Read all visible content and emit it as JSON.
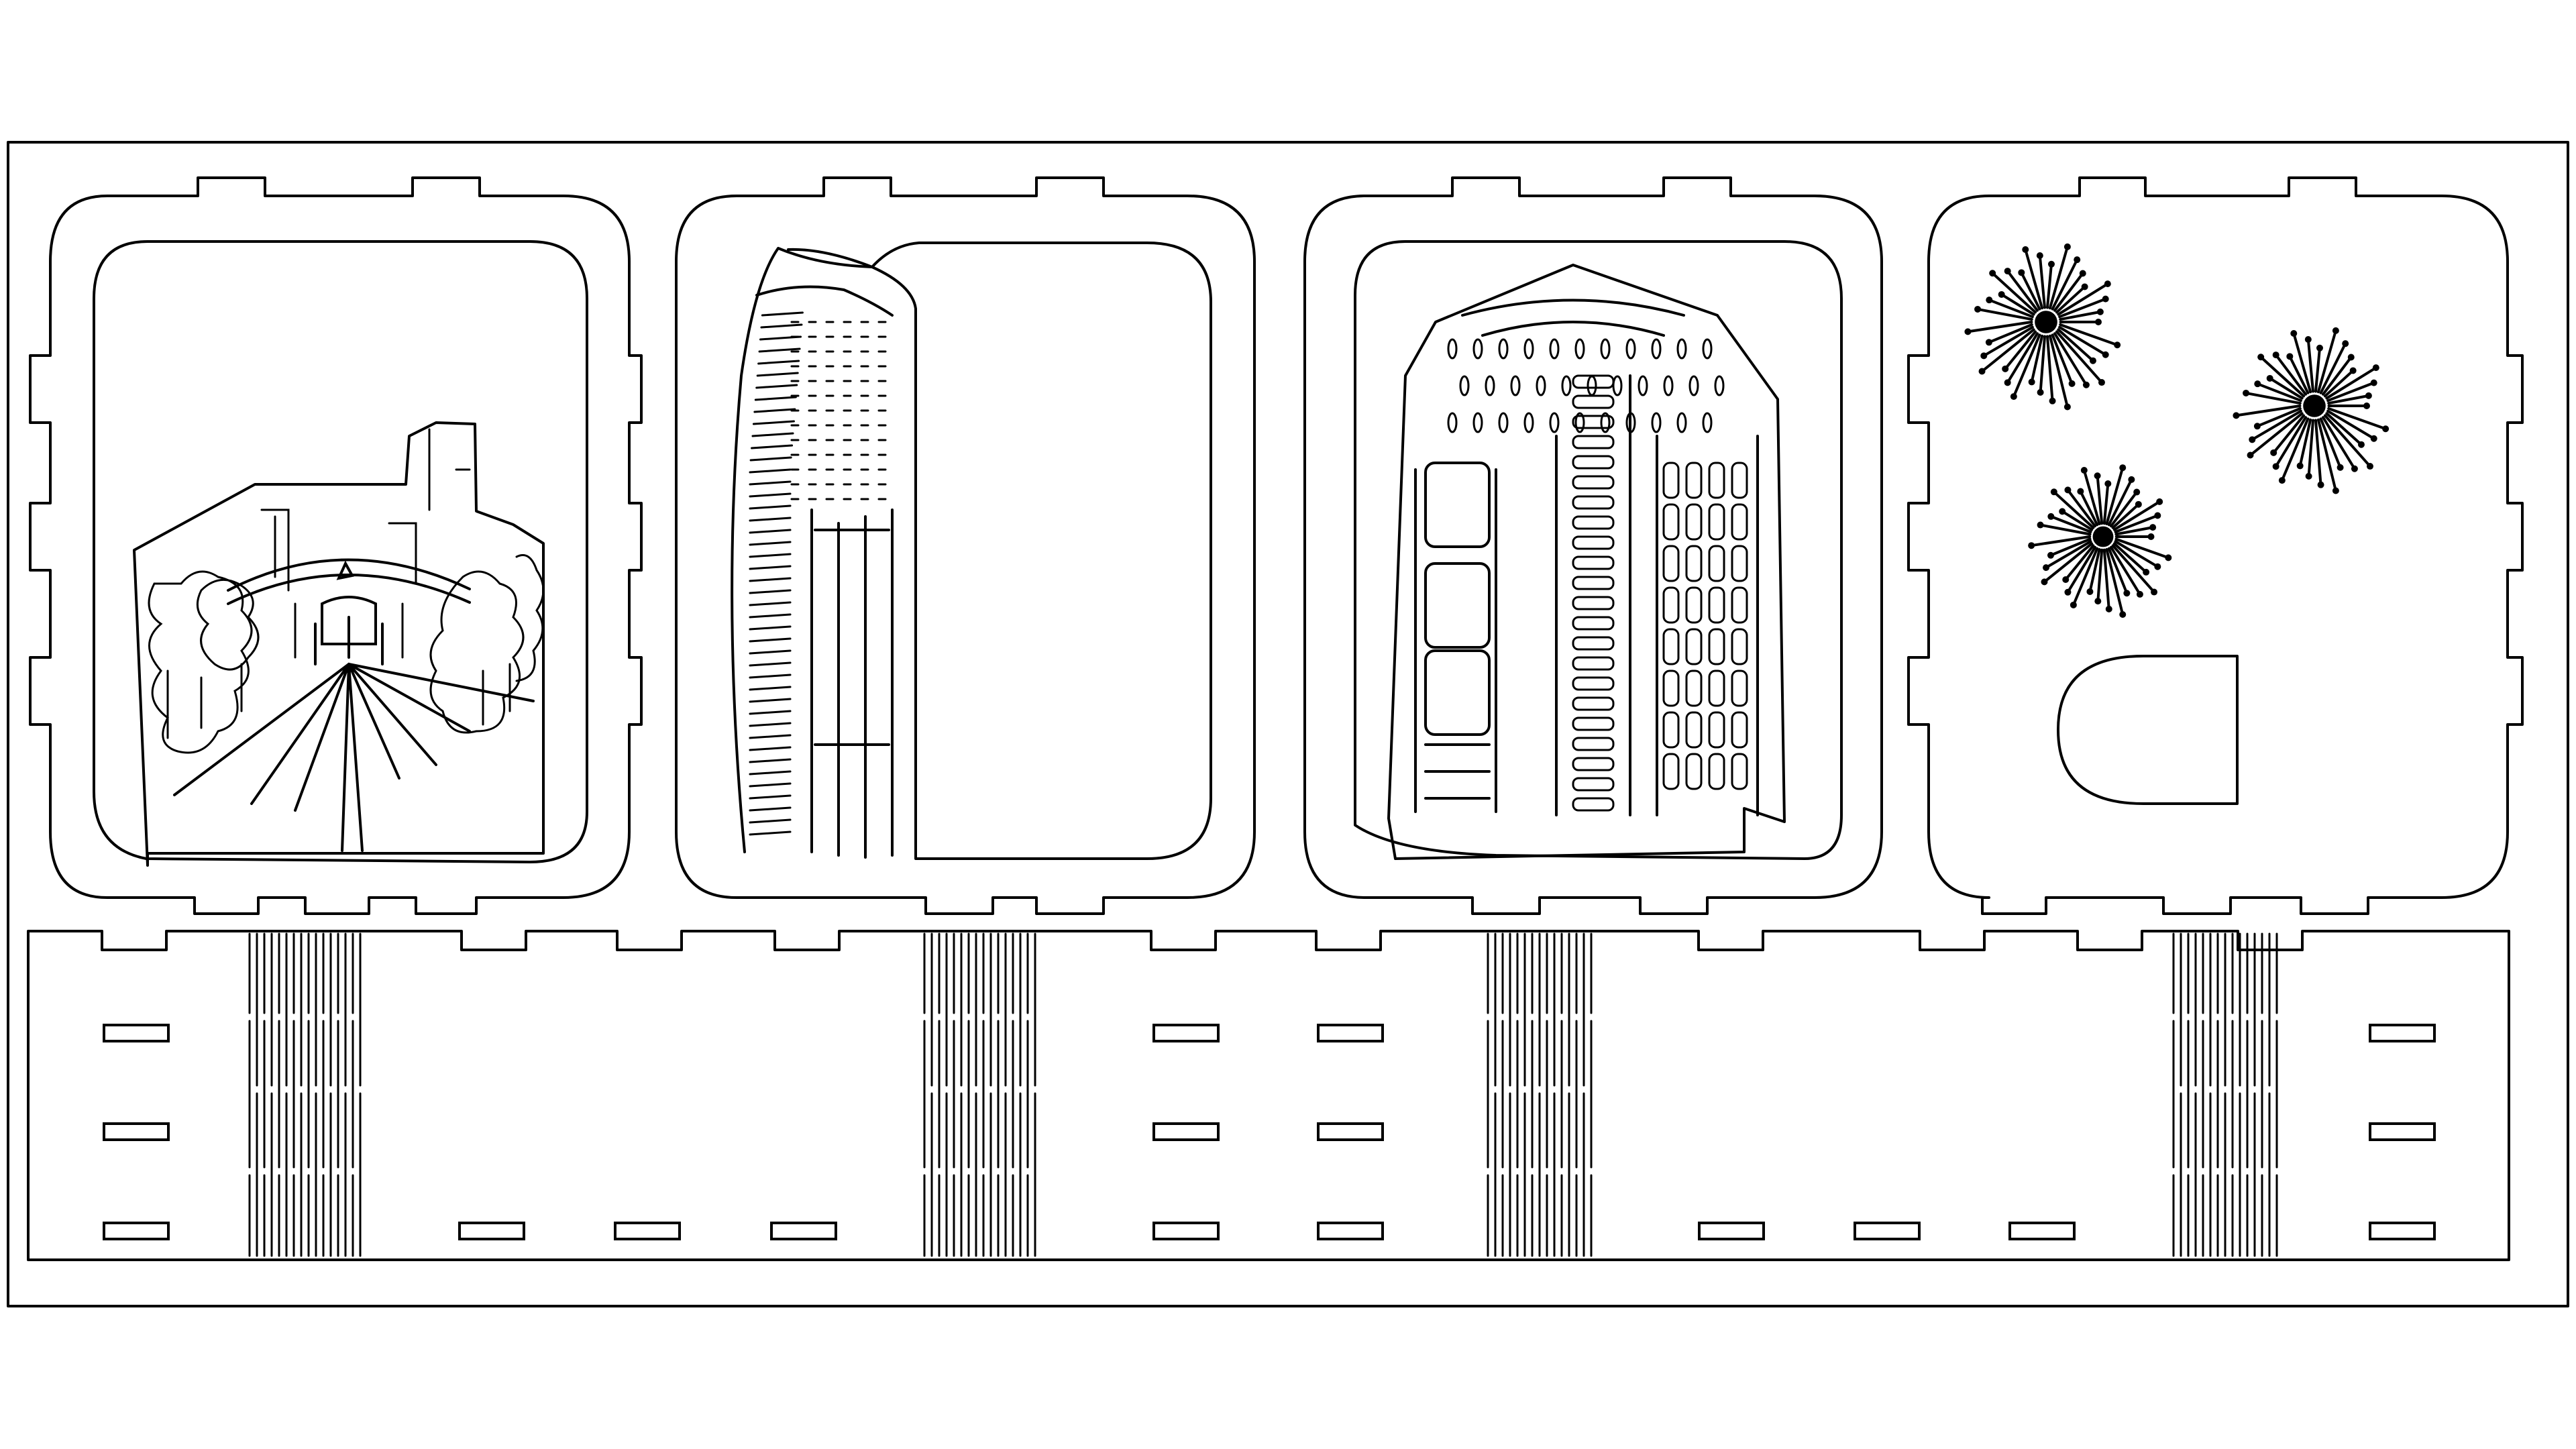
{
  "sheet": {
    "description_visible_text": "",
    "stroke_color": "#000000",
    "background_color": "#ffffff"
  },
  "panels": [
    {
      "id": "panel-1",
      "motif": "tree-lined-avenue-with-arch-icon"
    },
    {
      "id": "panel-2",
      "motif": "tall-curved-skyscraper-icon"
    },
    {
      "id": "panel-3",
      "motif": "arched-facade-building-icon"
    },
    {
      "id": "panel-4",
      "motif": "fireworks-icon"
    }
  ],
  "base_strip": {
    "hinge_groups": 4,
    "slots_per_column": 3
  }
}
